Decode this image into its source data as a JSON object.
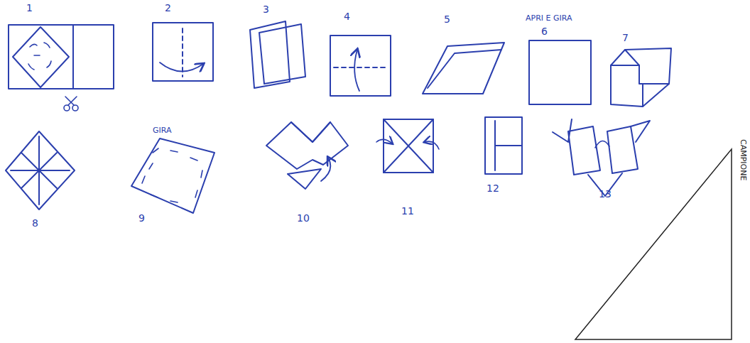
{
  "diagram": {
    "labels": [
      "1",
      "2",
      "3",
      "4",
      "5",
      "APRI E GIRA",
      "6",
      "7",
      "8",
      "GIRA",
      "9",
      "10",
      "11",
      "12",
      "13",
      "CAMPIONE"
    ]
  }
}
